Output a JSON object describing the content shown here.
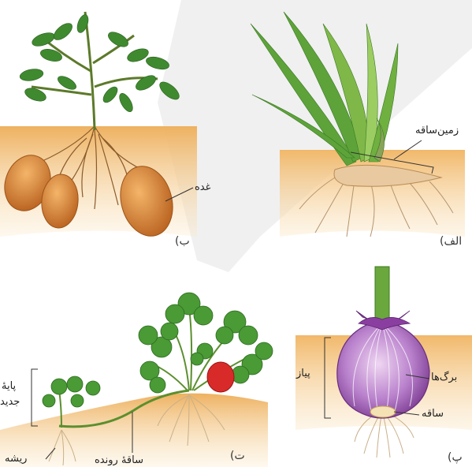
{
  "panels": [
    {
      "id": "alef",
      "caption": "الف)",
      "labels": {
        "rhizome": "زمین‌ساقه"
      }
    },
    {
      "id": "be",
      "caption": "ب)",
      "labels": {
        "tuber": "غده"
      }
    },
    {
      "id": "pe",
      "caption": "پ)",
      "labels": {
        "onion": "پیاز",
        "leaves": "برگ‌ها",
        "stem": "ساقه"
      }
    },
    {
      "id": "te",
      "caption": "ت)",
      "labels": {
        "new_plant_line1": "پایهٔ",
        "new_plant_line2": "جدید",
        "root": "ریشه",
        "runner": "ساقهٔ رونده"
      }
    }
  ],
  "colors": {
    "soil": "#f3c27a",
    "soil_dark": "#e7a24d",
    "leaf_green": "#3f8a2f",
    "leaf_light": "#8fc45a",
    "potato": "#d9873a",
    "onion": "#a96bc0",
    "strawberry": "#d92a2a",
    "root": "#c9b08a"
  }
}
